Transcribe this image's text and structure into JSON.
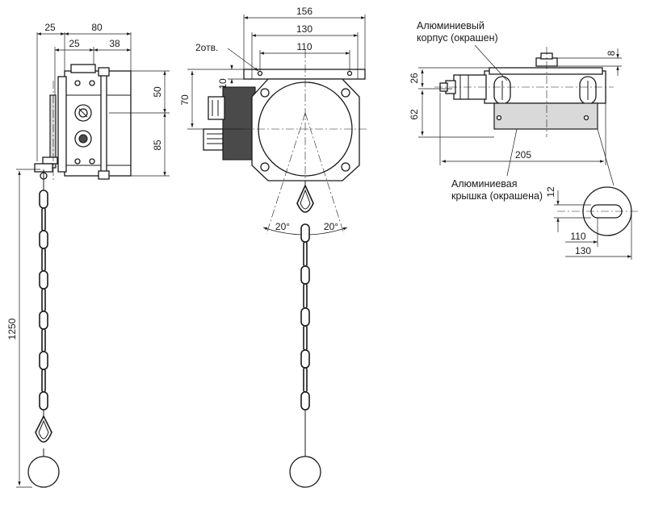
{
  "labels": {
    "housing_line1": "Алюминиевый",
    "housing_line2": "корпус (окрашен)",
    "cover_line1": "Алюминиевая",
    "cover_line2": "крышка (окрашена)",
    "holes": "2отв."
  },
  "dims": {
    "d25a": "25",
    "d80": "80",
    "d25b": "25",
    "d38": "38",
    "d50": "50",
    "d85": "85",
    "d1250": "1250",
    "d156": "156",
    "d130": "130",
    "d110": "110",
    "d70": "70",
    "d10": "10",
    "a20l": "20°",
    "a20r": "20°",
    "d8": "8",
    "d26": "26",
    "d62": "62",
    "d205": "205",
    "d12": "12",
    "d110b": "110",
    "d130b": "130"
  }
}
